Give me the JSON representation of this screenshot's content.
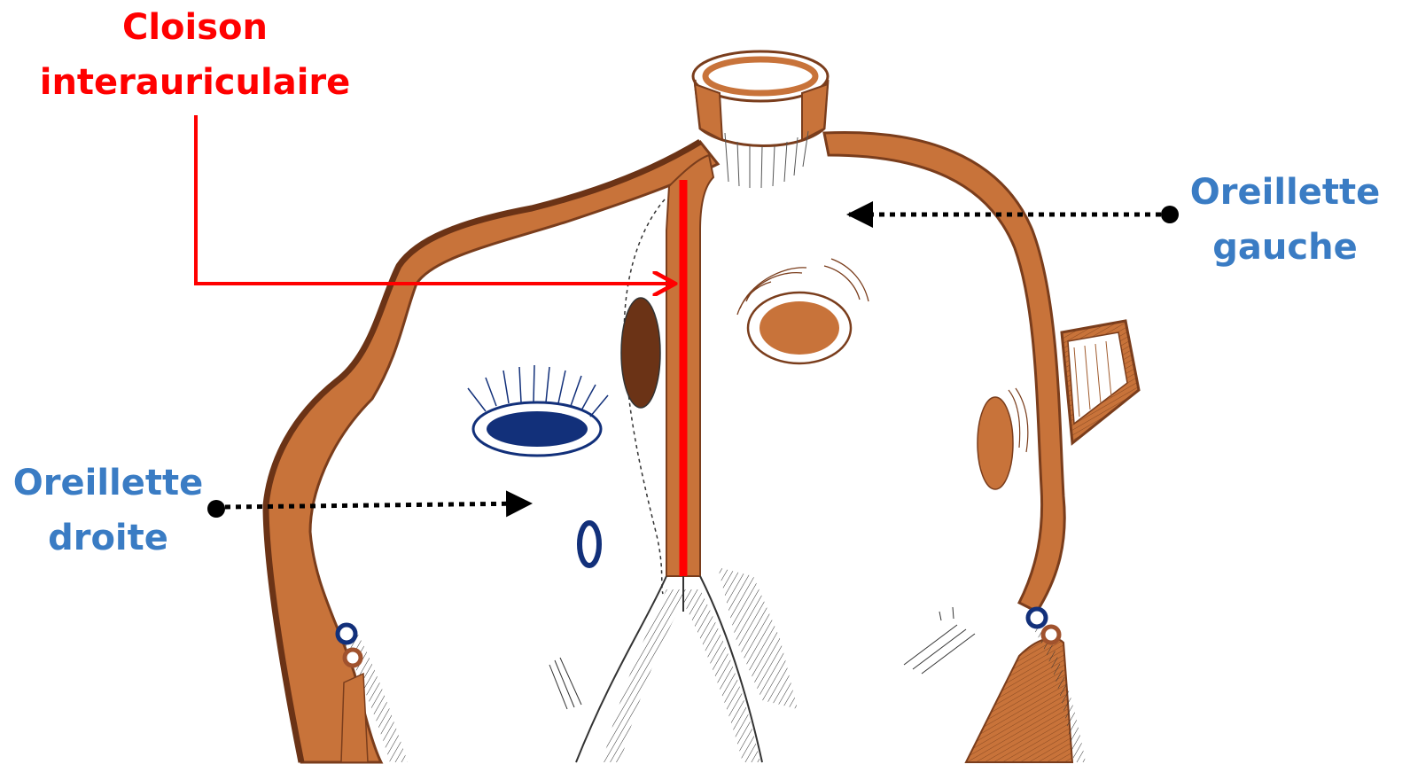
{
  "labels": {
    "septum": {
      "line1": "Cloison",
      "line2": "interauriculaire"
    },
    "left_atrium": {
      "line1": "Oreillette",
      "line2": "gauche"
    },
    "right_atrium": {
      "line1": "Oreillette",
      "line2": "droite"
    }
  },
  "colors": {
    "label_red": "#ff0000",
    "label_blue": "#3a7cc4",
    "muscle": "#c8733a",
    "muscle_dark": "#7a3d1c",
    "vessel_blue": "#12307a",
    "ink": "#222222"
  }
}
